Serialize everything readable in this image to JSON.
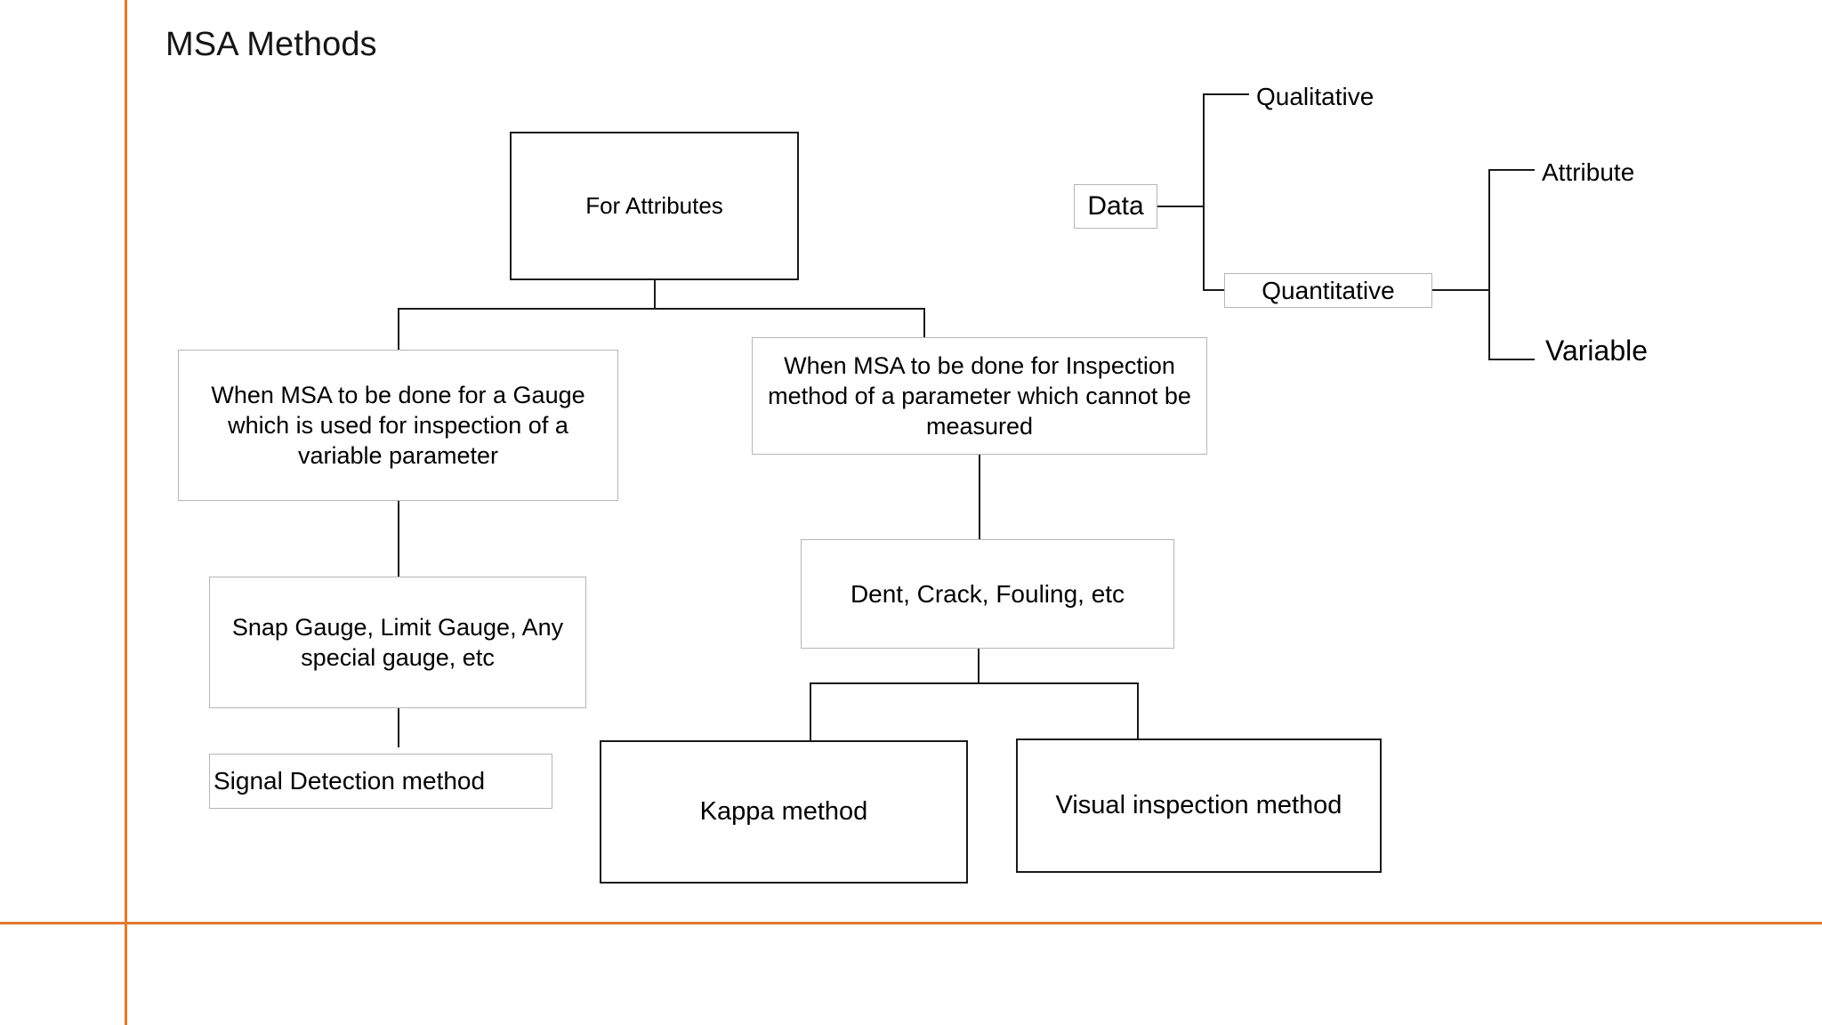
{
  "slide": {
    "title": "MSA Methods",
    "accent_color": "#E2792B",
    "background": "#ffffff"
  },
  "main_tree": {
    "root": {
      "label": "For Attributes"
    },
    "branches": [
      {
        "label": "When MSA to be done for a Gauge which is used for inspection of a variable parameter",
        "children": [
          {
            "label": "Snap Gauge, Limit Gauge, Any special gauge, etc",
            "children": [
              {
                "label": "Signal Detection  method"
              }
            ]
          }
        ]
      },
      {
        "label": "When MSA to be done for Inspection method of a parameter which cannot be measured",
        "children": [
          {
            "label": "Dent, Crack, Fouling, etc",
            "children": [
              {
                "label": "Kappa method"
              },
              {
                "label": "Visual inspection  method"
              }
            ]
          }
        ]
      }
    ]
  },
  "data_tree": {
    "root": {
      "label": "Data"
    },
    "children": [
      {
        "label": "Qualitative"
      },
      {
        "label": "Quantitative",
        "children": [
          {
            "label": "Attribute"
          },
          {
            "label": "Variable"
          }
        ]
      }
    ]
  }
}
